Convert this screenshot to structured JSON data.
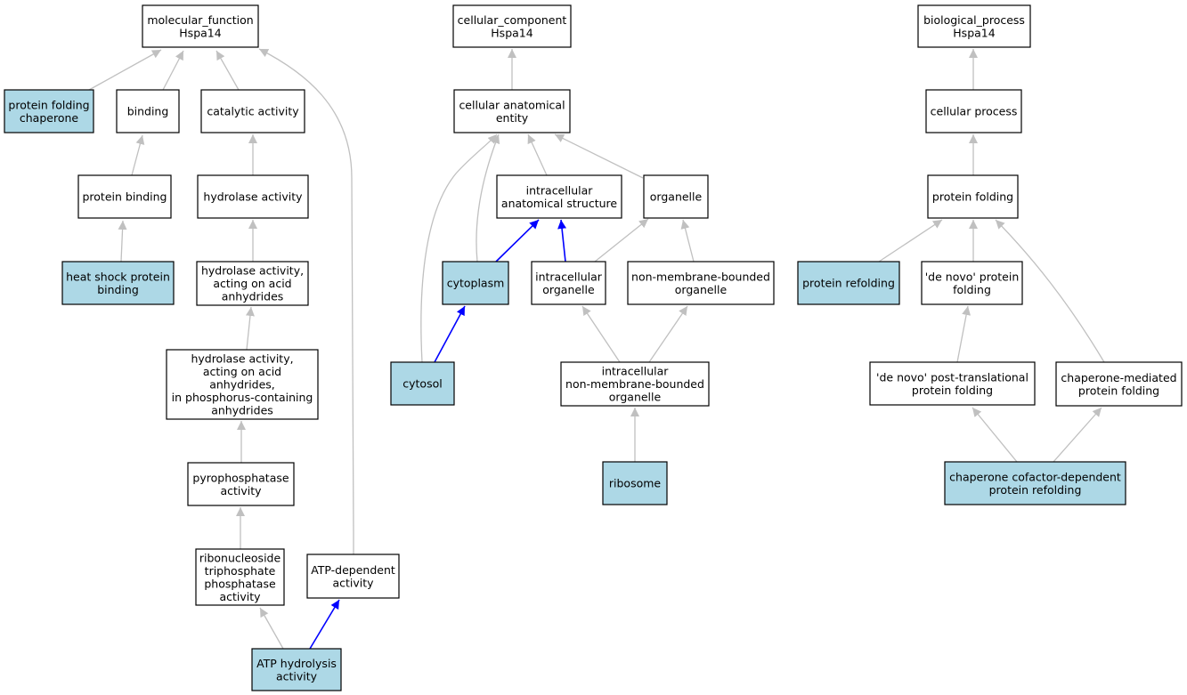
{
  "colors": {
    "highlight_fill": "#add8e6",
    "plain_fill": "#ffffff",
    "edge_gray": "#c0c0c0",
    "edge_blue": "#0000ff",
    "border": "#000000"
  },
  "diagram": {
    "nodes": [
      {
        "id": "mf_root",
        "lines": [
          "molecular_function",
          "Hspa14"
        ],
        "highlight": false
      },
      {
        "id": "mf_chaperone",
        "lines": [
          "protein folding",
          "chaperone"
        ],
        "highlight": true
      },
      {
        "id": "mf_binding",
        "lines": [
          "binding"
        ],
        "highlight": false
      },
      {
        "id": "mf_catalytic",
        "lines": [
          "catalytic activity"
        ],
        "highlight": false
      },
      {
        "id": "mf_protein_binding",
        "lines": [
          "protein binding"
        ],
        "highlight": false
      },
      {
        "id": "mf_hydrolase",
        "lines": [
          "hydrolase activity"
        ],
        "highlight": false
      },
      {
        "id": "mf_hsp_binding",
        "lines": [
          "heat shock protein",
          "binding"
        ],
        "highlight": true
      },
      {
        "id": "mf_hydrolase_acid",
        "lines": [
          "hydrolase activity,",
          "acting on acid",
          "anhydrides"
        ],
        "highlight": false
      },
      {
        "id": "mf_hydrolase_phos",
        "lines": [
          "hydrolase activity,",
          "acting on acid",
          "anhydrides,",
          "in phosphorus-containing",
          "anhydrides"
        ],
        "highlight": false
      },
      {
        "id": "mf_pyrophosphatase",
        "lines": [
          "pyrophosphatase",
          "activity"
        ],
        "highlight": false
      },
      {
        "id": "mf_ntpase",
        "lines": [
          "ribonucleoside",
          "triphosphate",
          "phosphatase",
          "activity"
        ],
        "highlight": false
      },
      {
        "id": "mf_atp_dependent",
        "lines": [
          "ATP-dependent",
          "activity"
        ],
        "highlight": false
      },
      {
        "id": "mf_atp_hydrolysis",
        "lines": [
          "ATP hydrolysis",
          "activity"
        ],
        "highlight": true
      },
      {
        "id": "cc_root",
        "lines": [
          "cellular_component",
          "Hspa14"
        ],
        "highlight": false
      },
      {
        "id": "cc_anatomical",
        "lines": [
          "cellular anatomical",
          "entity"
        ],
        "highlight": false
      },
      {
        "id": "cc_intracellular",
        "lines": [
          "intracellular",
          "anatomical structure"
        ],
        "highlight": false
      },
      {
        "id": "cc_organelle",
        "lines": [
          "organelle"
        ],
        "highlight": false
      },
      {
        "id": "cc_cytoplasm",
        "lines": [
          "cytoplasm"
        ],
        "highlight": true
      },
      {
        "id": "cc_intra_organelle",
        "lines": [
          "intracellular",
          "organelle"
        ],
        "highlight": false
      },
      {
        "id": "cc_nonmem_organelle",
        "lines": [
          "non-membrane-bounded",
          "organelle"
        ],
        "highlight": false
      },
      {
        "id": "cc_cytosol",
        "lines": [
          "cytosol"
        ],
        "highlight": true
      },
      {
        "id": "cc_intra_nonmem",
        "lines": [
          "intracellular",
          "non-membrane-bounded",
          "organelle"
        ],
        "highlight": false
      },
      {
        "id": "cc_ribosome",
        "lines": [
          "ribosome"
        ],
        "highlight": true
      },
      {
        "id": "bp_root",
        "lines": [
          "biological_process",
          "Hspa14"
        ],
        "highlight": false
      },
      {
        "id": "bp_cellular",
        "lines": [
          "cellular process"
        ],
        "highlight": false
      },
      {
        "id": "bp_folding",
        "lines": [
          "protein folding"
        ],
        "highlight": false
      },
      {
        "id": "bp_refolding",
        "lines": [
          "protein refolding"
        ],
        "highlight": true
      },
      {
        "id": "bp_denovo",
        "lines": [
          "'de novo' protein",
          "folding"
        ],
        "highlight": false
      },
      {
        "id": "bp_denovo_post",
        "lines": [
          "'de novo' post-translational",
          "protein folding"
        ],
        "highlight": false
      },
      {
        "id": "bp_chaperone_mediated",
        "lines": [
          "chaperone-mediated",
          "protein folding"
        ],
        "highlight": false
      },
      {
        "id": "bp_cofactor",
        "lines": [
          "chaperone cofactor-dependent",
          "protein refolding"
        ],
        "highlight": true
      }
    ],
    "edges": [
      {
        "from": "mf_chaperone",
        "to": "mf_root",
        "color": "gray"
      },
      {
        "from": "mf_binding",
        "to": "mf_root",
        "color": "gray"
      },
      {
        "from": "mf_catalytic",
        "to": "mf_root",
        "color": "gray"
      },
      {
        "from": "mf_atp_dependent",
        "to": "mf_root",
        "color": "gray"
      },
      {
        "from": "mf_protein_binding",
        "to": "mf_binding",
        "color": "gray"
      },
      {
        "from": "mf_hydrolase",
        "to": "mf_catalytic",
        "color": "gray"
      },
      {
        "from": "mf_hsp_binding",
        "to": "mf_protein_binding",
        "color": "gray"
      },
      {
        "from": "mf_hydrolase_acid",
        "to": "mf_hydrolase",
        "color": "gray"
      },
      {
        "from": "mf_hydrolase_phos",
        "to": "mf_hydrolase_acid",
        "color": "gray"
      },
      {
        "from": "mf_pyrophosphatase",
        "to": "mf_hydrolase_phos",
        "color": "gray"
      },
      {
        "from": "mf_ntpase",
        "to": "mf_pyrophosphatase",
        "color": "gray"
      },
      {
        "from": "mf_atp_hydrolysis",
        "to": "mf_ntpase",
        "color": "gray"
      },
      {
        "from": "mf_atp_hydrolysis",
        "to": "mf_atp_dependent",
        "color": "blue"
      },
      {
        "from": "cc_anatomical",
        "to": "cc_root",
        "color": "gray"
      },
      {
        "from": "cc_intracellular",
        "to": "cc_anatomical",
        "color": "gray"
      },
      {
        "from": "cc_organelle",
        "to": "cc_anatomical",
        "color": "gray"
      },
      {
        "from": "cc_cytoplasm",
        "to": "cc_anatomical",
        "color": "gray"
      },
      {
        "from": "cc_cytosol",
        "to": "cc_anatomical",
        "color": "gray"
      },
      {
        "from": "cc_cytoplasm",
        "to": "cc_intracellular",
        "color": "blue"
      },
      {
        "from": "cc_intra_organelle",
        "to": "cc_intracellular",
        "color": "blue"
      },
      {
        "from": "cc_intra_organelle",
        "to": "cc_organelle",
        "color": "gray"
      },
      {
        "from": "cc_nonmem_organelle",
        "to": "cc_organelle",
        "color": "gray"
      },
      {
        "from": "cc_cytosol",
        "to": "cc_cytoplasm",
        "color": "blue"
      },
      {
        "from": "cc_intra_nonmem",
        "to": "cc_intra_organelle",
        "color": "gray"
      },
      {
        "from": "cc_intra_nonmem",
        "to": "cc_nonmem_organelle",
        "color": "gray"
      },
      {
        "from": "cc_ribosome",
        "to": "cc_intra_nonmem",
        "color": "gray"
      },
      {
        "from": "bp_cellular",
        "to": "bp_root",
        "color": "gray"
      },
      {
        "from": "bp_folding",
        "to": "bp_cellular",
        "color": "gray"
      },
      {
        "from": "bp_refolding",
        "to": "bp_folding",
        "color": "gray"
      },
      {
        "from": "bp_denovo",
        "to": "bp_folding",
        "color": "gray"
      },
      {
        "from": "bp_chaperone_mediated",
        "to": "bp_folding",
        "color": "gray"
      },
      {
        "from": "bp_denovo_post",
        "to": "bp_denovo",
        "color": "gray"
      },
      {
        "from": "bp_cofactor",
        "to": "bp_denovo_post",
        "color": "gray"
      },
      {
        "from": "bp_cofactor",
        "to": "bp_chaperone_mediated",
        "color": "gray"
      }
    ]
  }
}
